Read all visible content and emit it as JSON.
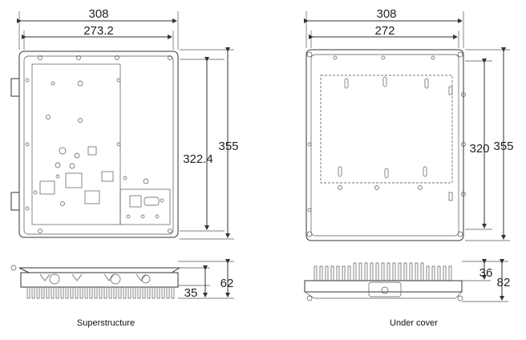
{
  "superstructure": {
    "dims": {
      "overall_width": "308",
      "inner_width": "273.2",
      "inner_height": "322.4",
      "overall_height": "355"
    },
    "side_dims": {
      "total_height": "62",
      "body_height": "35"
    },
    "caption": "Superstructure"
  },
  "under_cover": {
    "dims": {
      "overall_width": "308",
      "inner_width": "272",
      "inner_height": "320",
      "overall_height": "355"
    },
    "side_dims": {
      "fin_height": "36",
      "total_height": "82"
    },
    "caption": "Under cover"
  }
}
